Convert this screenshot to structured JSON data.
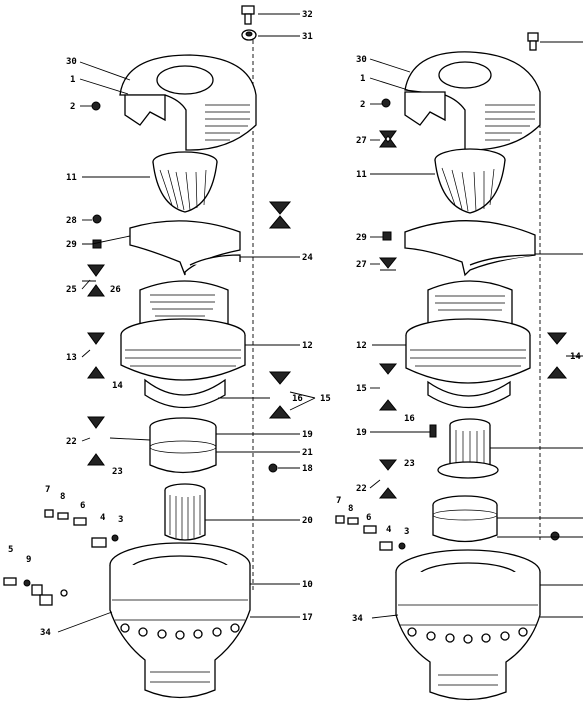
{
  "figure": {
    "left_view": {
      "callouts": [
        "32",
        "31",
        "30",
        "1",
        "2",
        "11",
        "28",
        "29",
        "25",
        "26",
        "13",
        "14",
        "16",
        "15",
        "22",
        "23",
        "19",
        "21",
        "18",
        "20",
        "10",
        "17",
        "34",
        "7",
        "8",
        "6",
        "4",
        "3",
        "5",
        "9",
        "24",
        "12"
      ]
    },
    "right_view": {
      "callouts": [
        "30",
        "1",
        "2",
        "27",
        "11",
        "29",
        "27",
        "12",
        "14",
        "15",
        "16",
        "19",
        "23",
        "22",
        "7",
        "8",
        "6",
        "4",
        "3",
        "34"
      ]
    }
  }
}
